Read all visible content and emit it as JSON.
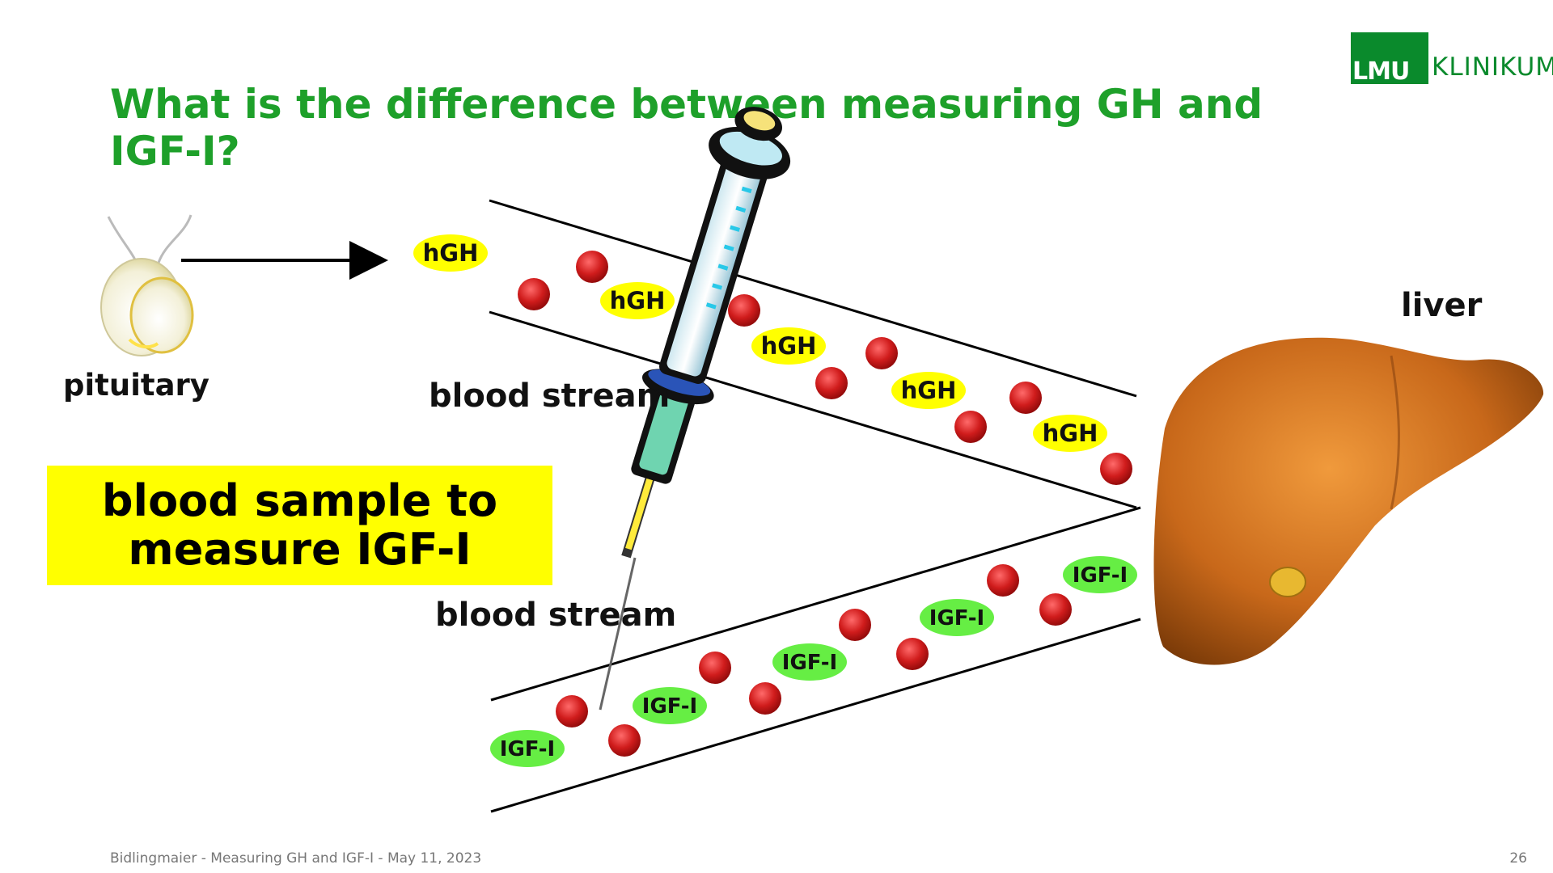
{
  "slide": {
    "title": "What is the difference between measuring GH and IGF-I?",
    "logo": {
      "box_text": "LMU",
      "word": "KLINIKUM",
      "color": "#0a8a2c"
    },
    "labels": {
      "pituitary": "pituitary",
      "blood_stream_upper": "blood stream",
      "blood_stream_lower": "blood stream",
      "liver": "liver"
    },
    "callout": {
      "text": "blood sample to\nmeasure IGF-I",
      "color": "#ffff00"
    },
    "molecules": {
      "hgh_label": "hGH",
      "igf_label": "IGF-I",
      "hgh_color": "#ffff00",
      "igf_color": "#66ee44",
      "cell_color": "#cc1b1b"
    },
    "footer": "Bidlingmaier - Measuring GH and IGF-I - May 11, 2023",
    "page_number": "26",
    "title_color": "#1ea02a"
  }
}
